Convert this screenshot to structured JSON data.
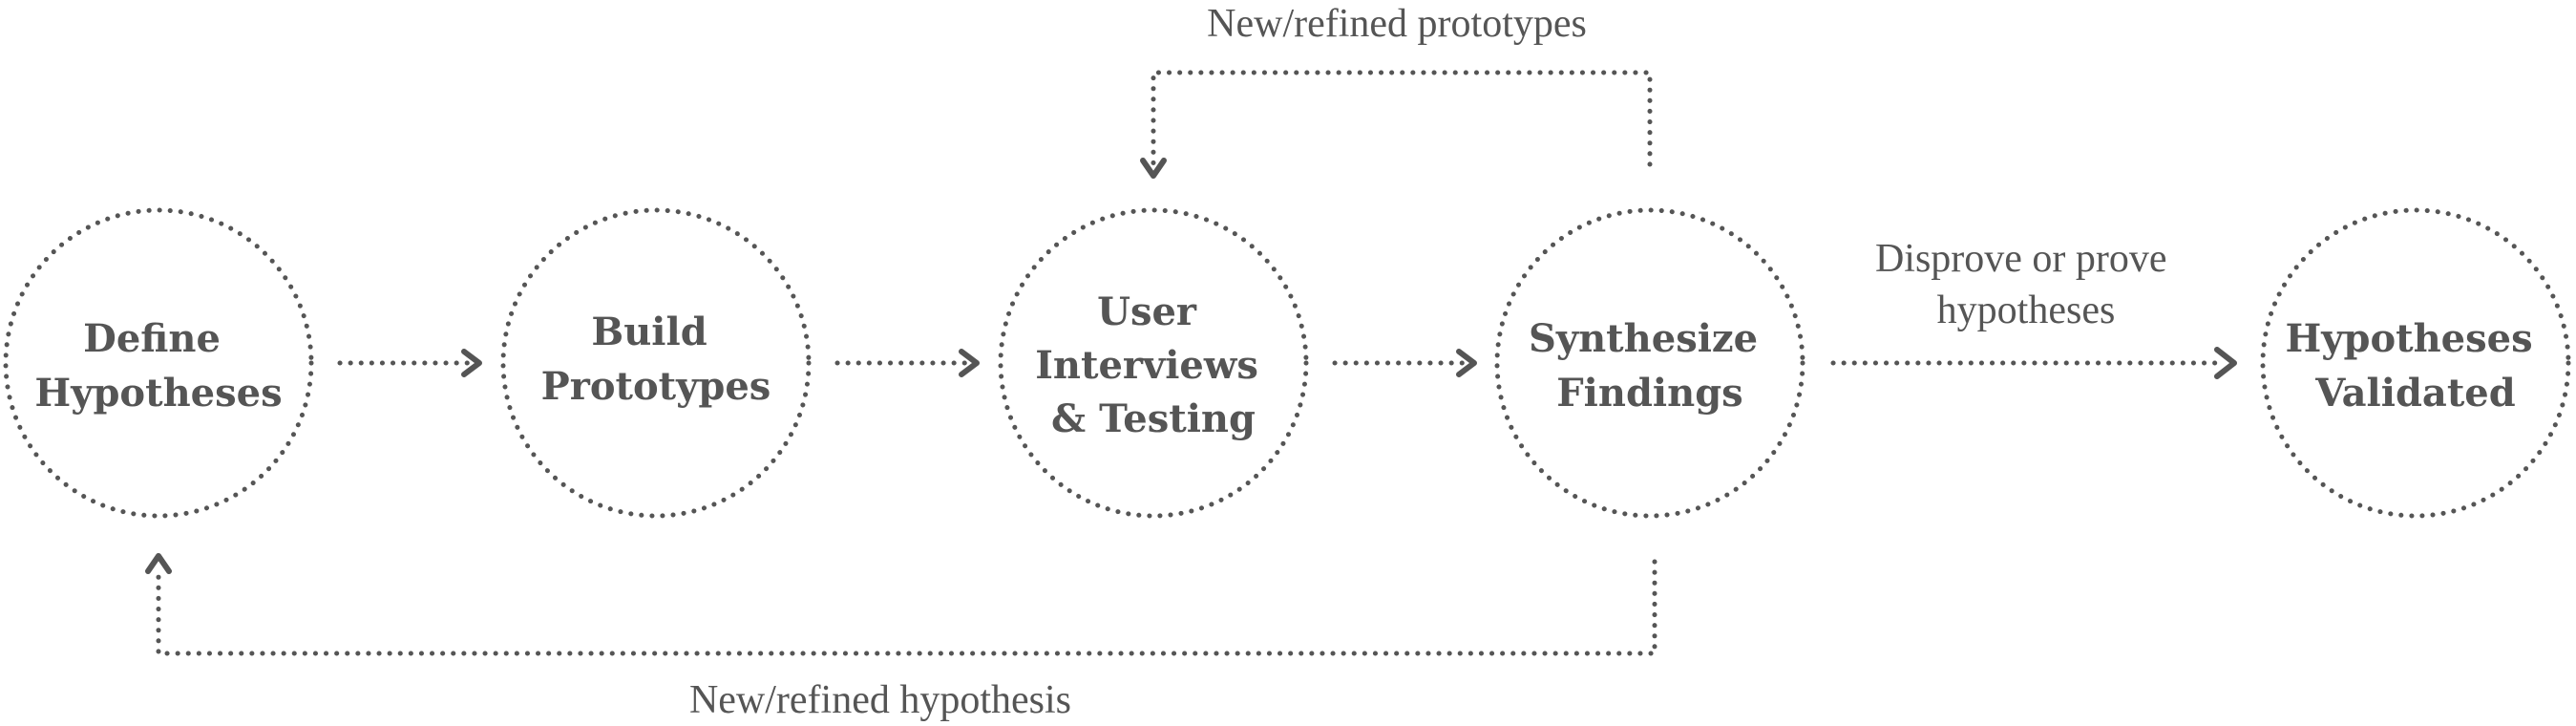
{
  "diagram": {
    "nodes": [
      {
        "id": "define-hypotheses",
        "lines": [
          "Define",
          "Hypotheses"
        ]
      },
      {
        "id": "build-prototypes",
        "lines": [
          "Build",
          "Prototypes"
        ]
      },
      {
        "id": "user-interviews-testing",
        "lines": [
          "User",
          "Interviews",
          "& Testing"
        ]
      },
      {
        "id": "synthesize-findings",
        "lines": [
          "Synthesize",
          "Findings"
        ]
      },
      {
        "id": "hypotheses-validated",
        "lines": [
          "Hypotheses",
          "Validated"
        ]
      }
    ],
    "edges": [
      {
        "id": "define-to-build",
        "from": "define-hypotheses",
        "to": "build-prototypes",
        "label": []
      },
      {
        "id": "build-to-interviews",
        "from": "build-prototypes",
        "to": "user-interviews-testing",
        "label": []
      },
      {
        "id": "interviews-to-synthesize",
        "from": "user-interviews-testing",
        "to": "synthesize-findings",
        "label": []
      },
      {
        "id": "synthesize-to-validated",
        "from": "synthesize-findings",
        "to": "hypotheses-validated",
        "label": [
          "Disprove or prove",
          "hypotheses"
        ]
      },
      {
        "id": "synthesize-to-interviews-loop",
        "from": "synthesize-findings",
        "to": "user-interviews-testing",
        "label": [
          "New/refined prototypes"
        ]
      },
      {
        "id": "synthesize-to-define-loop",
        "from": "synthesize-findings",
        "to": "define-hypotheses",
        "label": [
          "New/refined hypothesis"
        ]
      }
    ],
    "colors": {
      "stroke": "#555555",
      "text": "#555555",
      "background": "#ffffff"
    }
  }
}
